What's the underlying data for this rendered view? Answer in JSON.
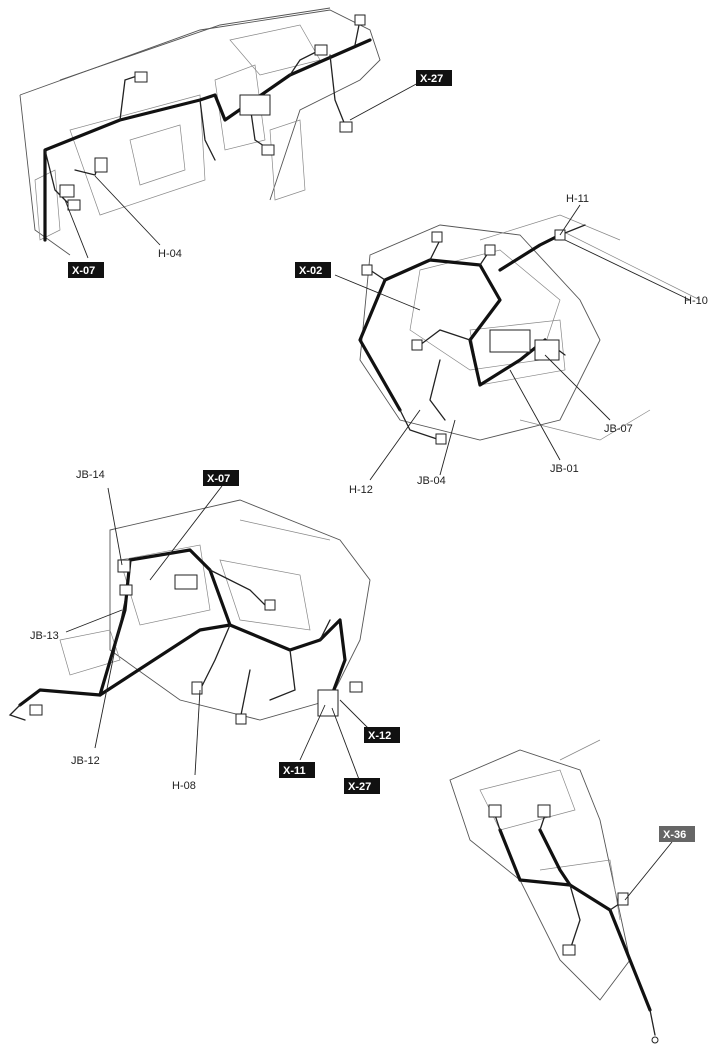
{
  "tags": {
    "x27_top": "X-27",
    "x07_top": "X-07",
    "x02": "X-02",
    "x07_mid": "X-07",
    "x12": "X-12",
    "x11": "X-11",
    "x27_mid": "X-27",
    "x36": "X-36"
  },
  "labels": {
    "h04": "H-04",
    "h11": "H-11",
    "h10": "H-10",
    "jb07": "JB-07",
    "jb01": "JB-01",
    "jb04": "JB-04",
    "h12": "H-12",
    "jb14": "JB-14",
    "jb13": "JB-13",
    "jb12": "JB-12",
    "h08": "H-08"
  },
  "colors": {
    "harness": "#111111",
    "tag_background": "#111111",
    "tag_text": "#ffffff"
  }
}
